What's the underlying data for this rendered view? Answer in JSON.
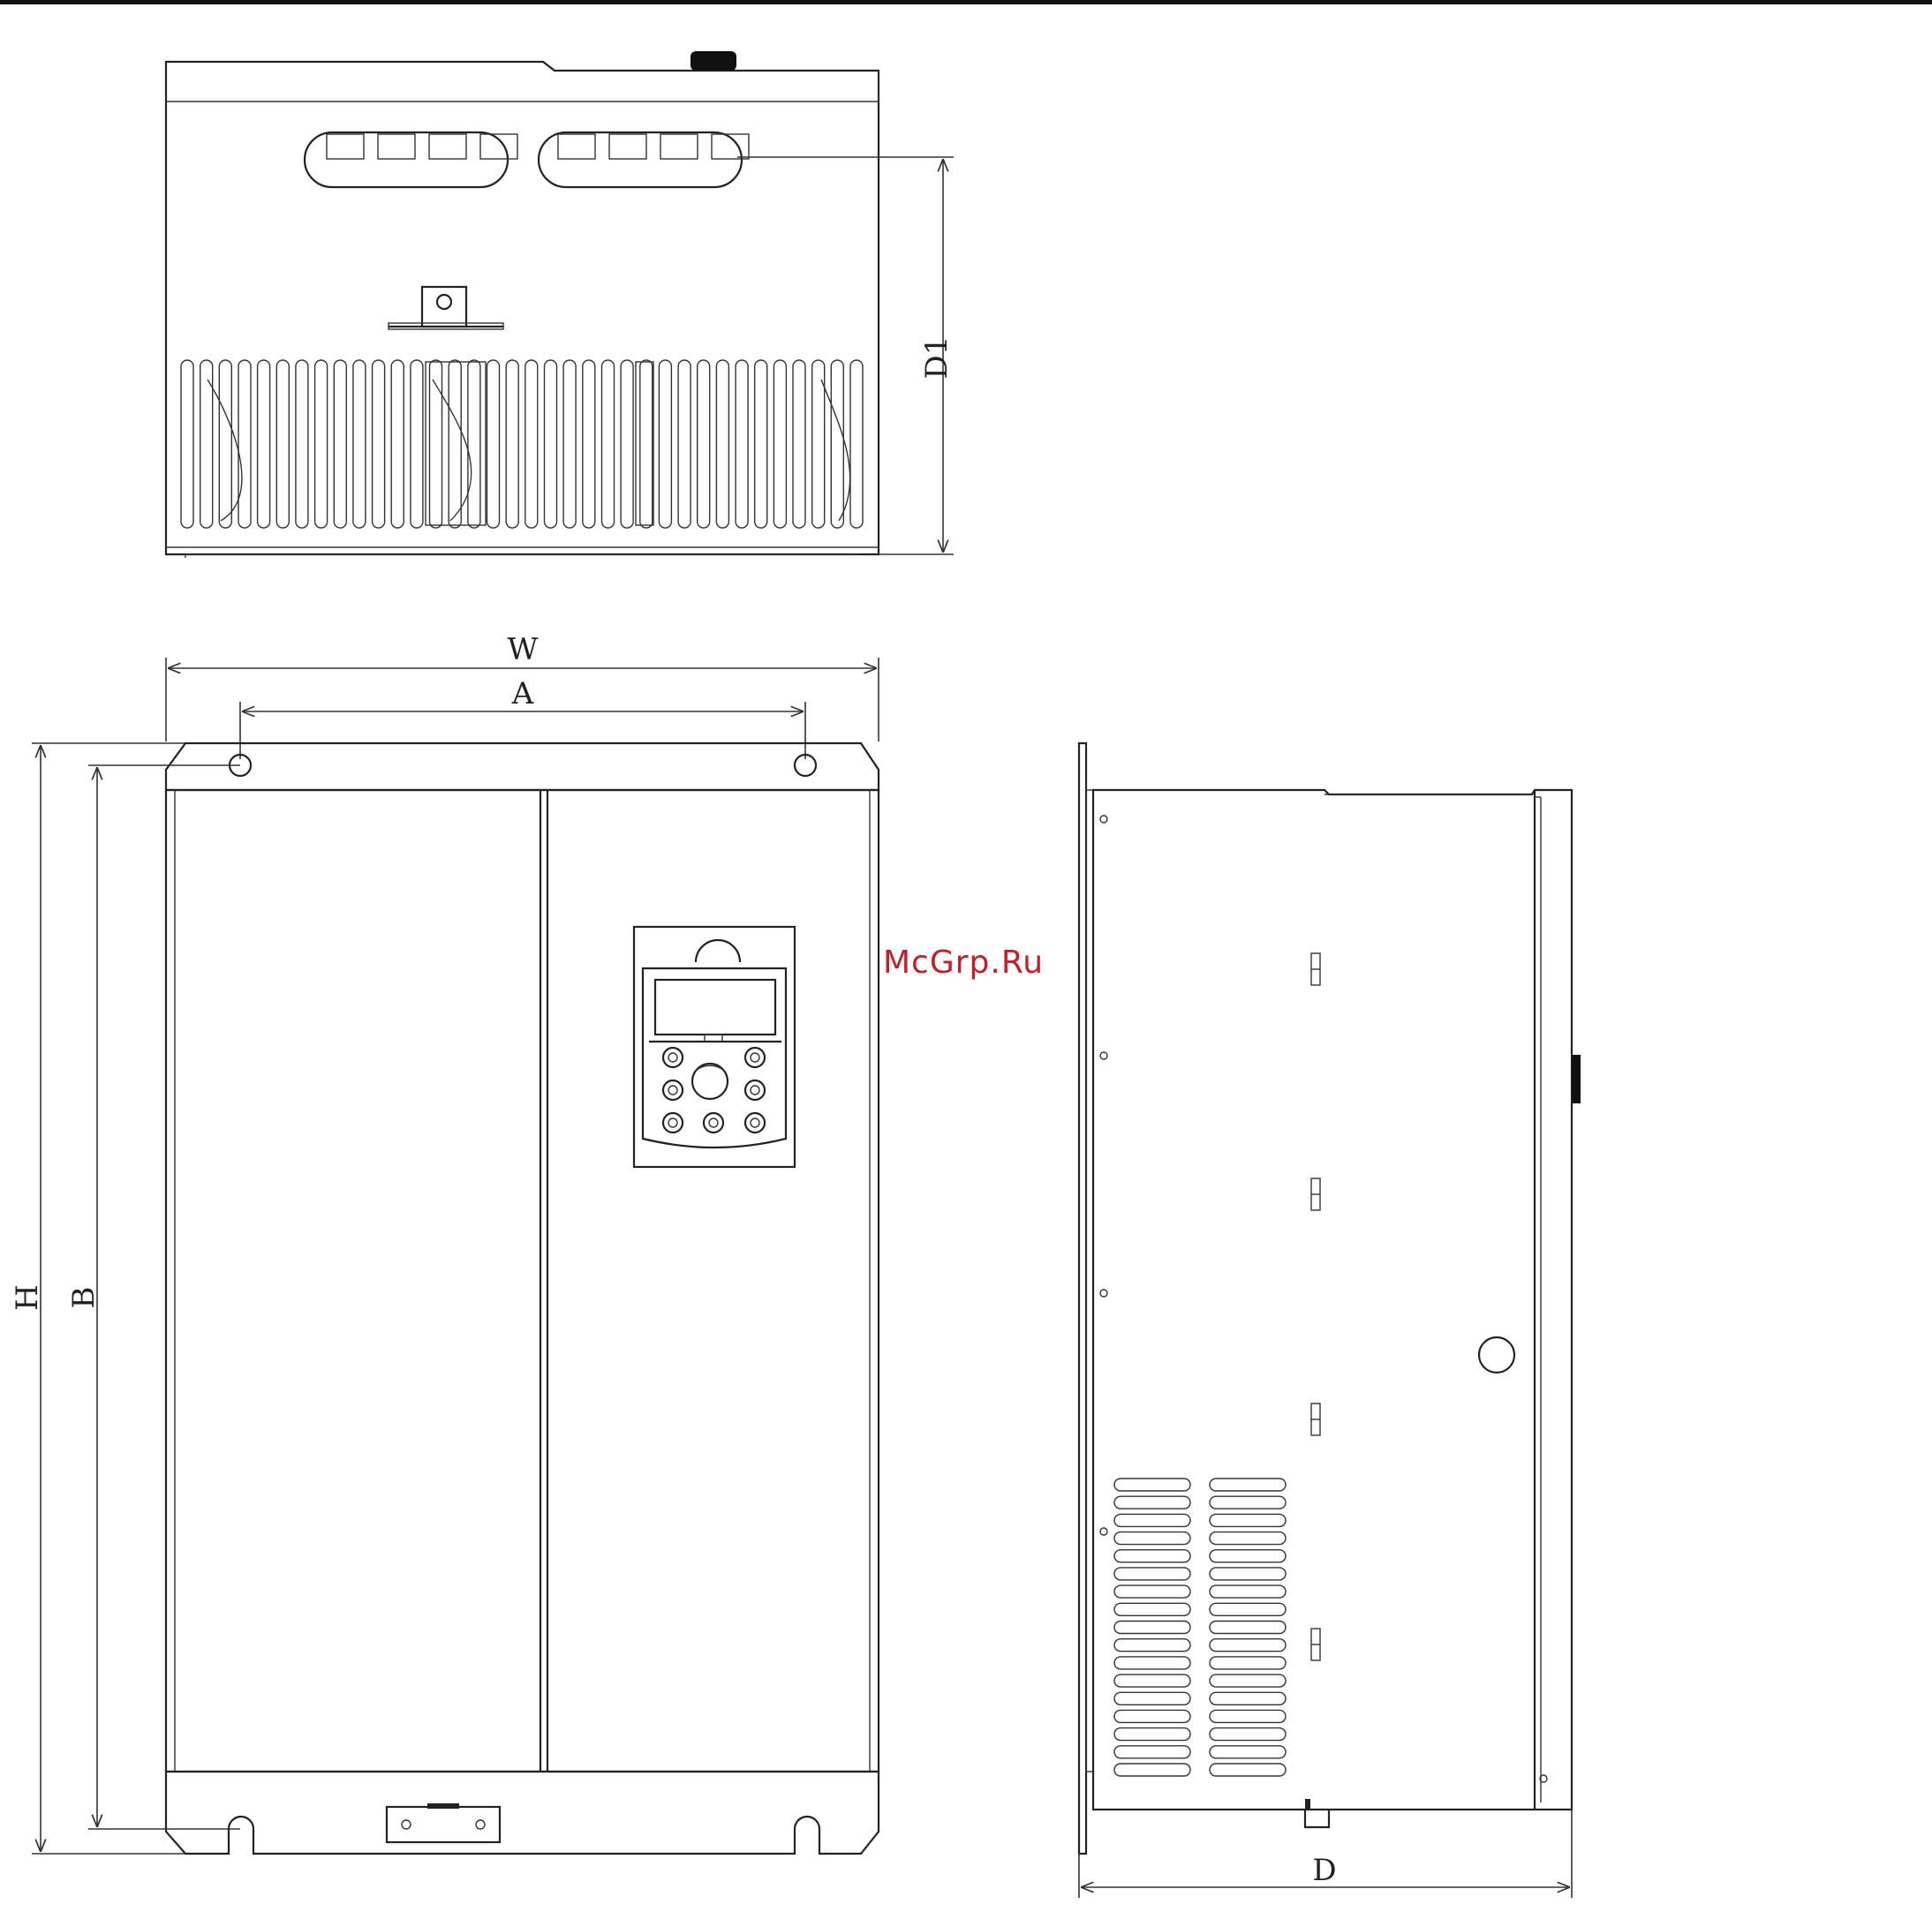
{
  "dimension_labels": {
    "top_depth": "D1",
    "width": "W",
    "mount_width": "A",
    "height": "H",
    "mount_height": "B",
    "depth": "D"
  },
  "watermark": "McGrp.Ru",
  "top_view": {
    "vent_slot_count": 36,
    "window_cells_per_group": 4
  },
  "front_view": {
    "keypad_buttons": 8,
    "mounting_holes": 4
  },
  "side_view": {
    "louver_rows": 17,
    "louver_columns": 2
  }
}
